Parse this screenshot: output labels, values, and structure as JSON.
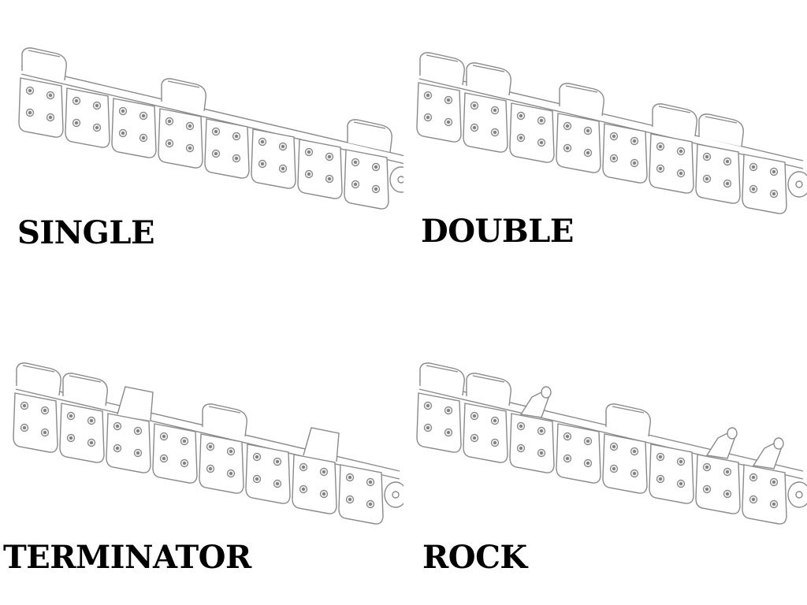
{
  "panels": [
    {
      "id": "single",
      "label": "SINGLE",
      "attachments": "single"
    },
    {
      "id": "double",
      "label": "DOUBLE",
      "attachments": "double"
    },
    {
      "id": "terminator",
      "label": "TERMINATOR",
      "attachments": "terminator"
    },
    {
      "id": "rock",
      "label": "ROCK",
      "attachments": "rock"
    }
  ],
  "colors": {
    "line": "#8a8a8a",
    "text": "#000000",
    "background": "#ffffff"
  }
}
